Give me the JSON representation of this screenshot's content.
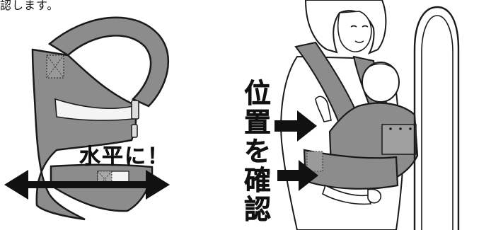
{
  "top_caption": "認します。",
  "horizontal_label": "水平に！",
  "vertical_label_chars": [
    "位",
    "置",
    "を",
    "確",
    "認"
  ],
  "colors": {
    "carrier_fill": "#8c8c8c",
    "carrier_light": "#a8a8a8",
    "outline": "#1a1a1a",
    "arrow": "#111111",
    "background": "#ffffff"
  },
  "icons": [
    "double-headed-arrow",
    "right-arrow",
    "baby-carrier",
    "wall-edge"
  ]
}
